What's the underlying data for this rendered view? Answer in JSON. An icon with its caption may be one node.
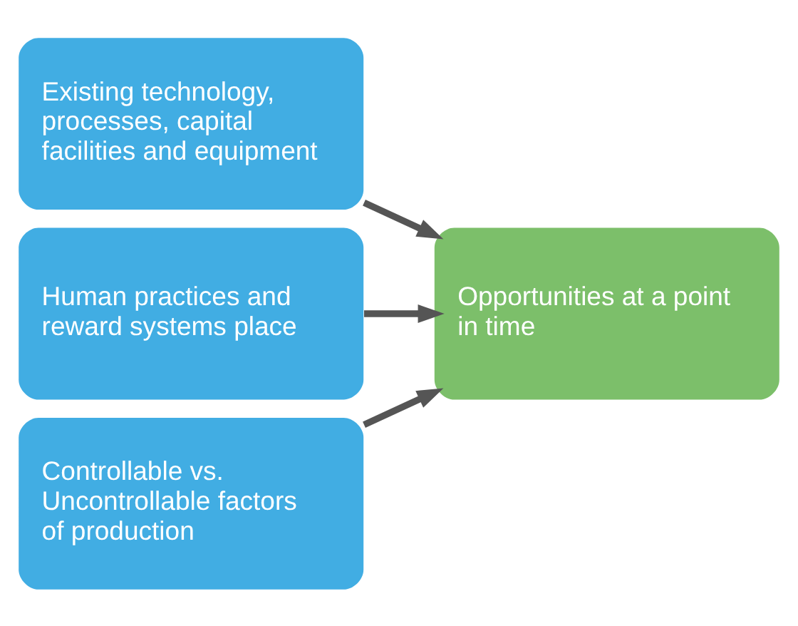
{
  "diagram": {
    "nodes": [
      {
        "text": [
          "Existing technology, processes, capital facilities and equipment"
        ]
      },
      {
        "text": [
          "Human practices and reward systems place"
        ]
      },
      {
        "text": [
          "Controllable vs. Uncontrollable factors of production"
        ]
      },
      {
        "text": [
          "Opportunities at a point in time"
        ]
      }
    ],
    "edges": [
      {
        "from": 0,
        "to": 3,
        "arrow": "to"
      },
      {
        "from": 1,
        "to": 3,
        "arrow": "to"
      },
      {
        "from": 2,
        "to": 3,
        "arrow": "to"
      }
    ]
  }
}
